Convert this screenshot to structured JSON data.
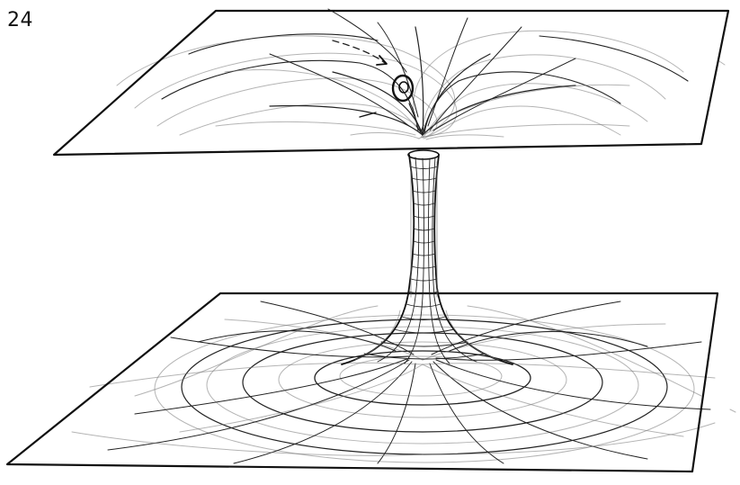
{
  "page_number": "24",
  "ink_color": "#111111",
  "paper_color": "#ffffff",
  "illustration": {
    "subject": "wormhole",
    "parts": [
      "upper-sheet",
      "lower-sheet",
      "wormhole-throat",
      "field-lines",
      "orbit-marker"
    ]
  }
}
